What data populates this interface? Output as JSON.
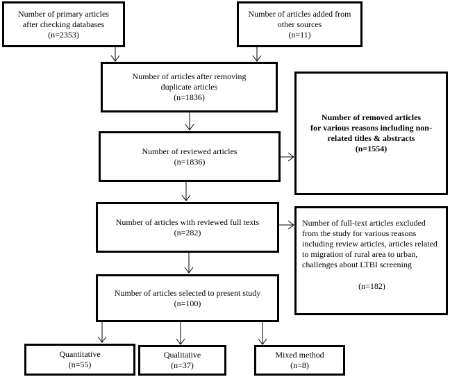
{
  "diagram": {
    "boxes": {
      "primary": {
        "lines": [
          "Number of primary articles",
          "after checking databases",
          "(n=2353)"
        ]
      },
      "added": {
        "lines": [
          "Number of articles added from",
          "other sources",
          "(n=11)"
        ]
      },
      "after_duplicates": {
        "lines": [
          "Number of articles after removing",
          "duplicate articles",
          "(n=1836)"
        ]
      },
      "reviewed": {
        "lines": [
          "Number of reviewed articles",
          "(n=1836)"
        ]
      },
      "removed": {
        "lines": [
          "Number of removed articles",
          "for various reasons including non-",
          "related titles & abstracts",
          "(n=1554)"
        ]
      },
      "full_texts": {
        "lines": [
          "Number of articles with reviewed full texts",
          "(n=282)"
        ]
      },
      "excluded": {
        "lines": [
          "Number of full-text articles excluded from the study for various reasons including review articles, articles related to migration of rural area to urban, challenges about LTBI screening"
        ],
        "count": "(n=182)"
      },
      "selected": {
        "lines": [
          "Number of articles selected to present study",
          "(n=100)"
        ]
      },
      "quantitative": {
        "lines": [
          "Quantitative",
          "(n=55)"
        ]
      },
      "qualitative": {
        "lines": [
          "Qualitative",
          "(n=37)"
        ]
      },
      "mixed": {
        "lines": [
          "Mixed method",
          "(n=8)"
        ]
      }
    }
  }
}
